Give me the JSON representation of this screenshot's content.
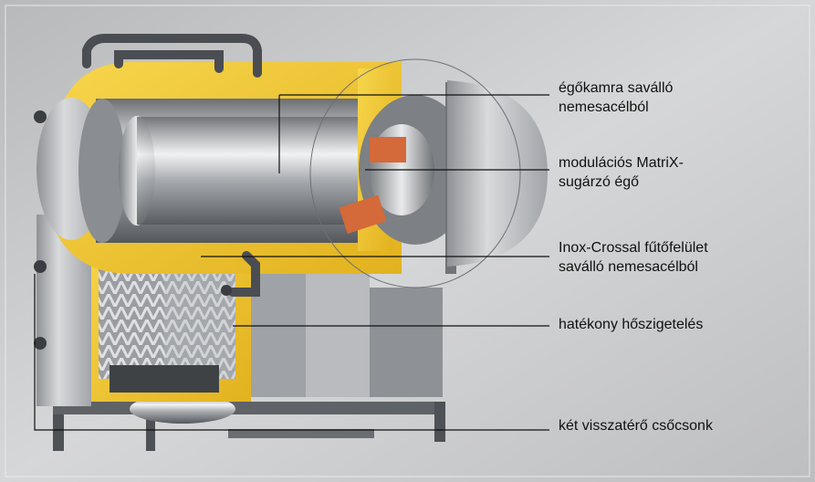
{
  "labels": [
    {
      "lines": [
        "égőkamra saválló",
        "nemesacélból"
      ]
    },
    {
      "lines": [
        "modulációs MatriX-",
        "sugárzó égő"
      ]
    },
    {
      "lines": [
        "Inox-Crossal fűtőfelület",
        "saválló nemesacélból"
      ]
    },
    {
      "lines": [
        "hatékony hőszigetelés"
      ]
    },
    {
      "lines": [
        "két visszatérő csőcsonk"
      ]
    }
  ]
}
